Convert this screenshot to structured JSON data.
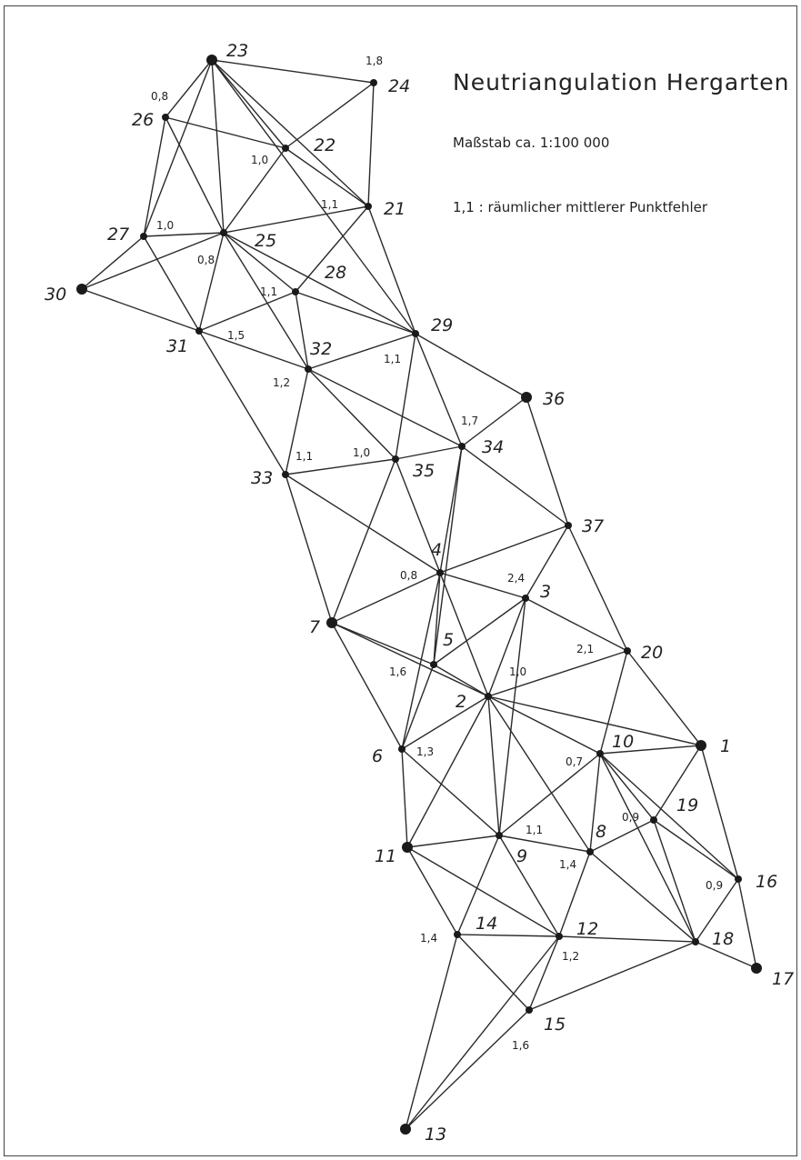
{
  "title": "Neutriangulation Hergarten",
  "scale": "Maßstab ca. 1:100 000",
  "legend": "1,1 : räumlicher mittlerer Punktfehler",
  "colors": {
    "ink": "#2a2a2a",
    "background": "#ffffff"
  },
  "points": [
    {
      "id": "1",
      "err": ""
    },
    {
      "id": "2",
      "err": "1,0"
    },
    {
      "id": "3",
      "err": "2,4"
    },
    {
      "id": "4",
      "err": "0,8"
    },
    {
      "id": "5",
      "err": "1,6"
    },
    {
      "id": "6",
      "err": "1,3"
    },
    {
      "id": "7",
      "err": ""
    },
    {
      "id": "8",
      "err": "1,4"
    },
    {
      "id": "9",
      "err": "1,1"
    },
    {
      "id": "10",
      "err": "0,7"
    },
    {
      "id": "11",
      "err": ""
    },
    {
      "id": "12",
      "err": "1,2"
    },
    {
      "id": "13",
      "err": ""
    },
    {
      "id": "14",
      "err": "1,4"
    },
    {
      "id": "15",
      "err": "1,6"
    },
    {
      "id": "16",
      "err": "0,9"
    },
    {
      "id": "17",
      "err": ""
    },
    {
      "id": "18",
      "err": ""
    },
    {
      "id": "19",
      "err": "0,9"
    },
    {
      "id": "20",
      "err": "2,1"
    },
    {
      "id": "21",
      "err": "1,1"
    },
    {
      "id": "22",
      "err": "1,0"
    },
    {
      "id": "23",
      "err": ""
    },
    {
      "id": "24",
      "err": "1,8"
    },
    {
      "id": "25",
      "err": "0,8"
    },
    {
      "id": "26",
      "err": "0,8"
    },
    {
      "id": "27",
      "err": "1,0"
    },
    {
      "id": "28",
      "err": "1,1"
    },
    {
      "id": "29",
      "err": "1,1"
    },
    {
      "id": "30",
      "err": ""
    },
    {
      "id": "31",
      "err": "1,5"
    },
    {
      "id": "32",
      "err": "1,2"
    },
    {
      "id": "33",
      "err": "1,1"
    },
    {
      "id": "34",
      "err": "1,7"
    },
    {
      "id": "35",
      "err": "1,0"
    },
    {
      "id": "36",
      "err": ""
    },
    {
      "id": "37",
      "err": ""
    }
  ],
  "edges": [
    [
      "23",
      "24"
    ],
    [
      "23",
      "26"
    ],
    [
      "23",
      "22"
    ],
    [
      "23",
      "21"
    ],
    [
      "23",
      "25"
    ],
    [
      "23",
      "27"
    ],
    [
      "23",
      "29"
    ],
    [
      "24",
      "22"
    ],
    [
      "24",
      "21"
    ],
    [
      "26",
      "22"
    ],
    [
      "26",
      "25"
    ],
    [
      "26",
      "27"
    ],
    [
      "22",
      "21"
    ],
    [
      "22",
      "25"
    ],
    [
      "21",
      "25"
    ],
    [
      "21",
      "28"
    ],
    [
      "21",
      "29"
    ],
    [
      "27",
      "25"
    ],
    [
      "27",
      "30"
    ],
    [
      "27",
      "31"
    ],
    [
      "30",
      "25"
    ],
    [
      "30",
      "31"
    ],
    [
      "25",
      "31"
    ],
    [
      "25",
      "28"
    ],
    [
      "25",
      "29"
    ],
    [
      "25",
      "32"
    ],
    [
      "28",
      "31"
    ],
    [
      "28",
      "29"
    ],
    [
      "28",
      "32"
    ],
    [
      "31",
      "32"
    ],
    [
      "31",
      "33"
    ],
    [
      "32",
      "29"
    ],
    [
      "32",
      "33"
    ],
    [
      "32",
      "35"
    ],
    [
      "32",
      "34"
    ],
    [
      "29",
      "36"
    ],
    [
      "29",
      "35"
    ],
    [
      "29",
      "34"
    ],
    [
      "36",
      "34"
    ],
    [
      "36",
      "37"
    ],
    [
      "33",
      "35"
    ],
    [
      "33",
      "7"
    ],
    [
      "33",
      "4"
    ],
    [
      "35",
      "34"
    ],
    [
      "35",
      "4"
    ],
    [
      "35",
      "7"
    ],
    [
      "34",
      "4"
    ],
    [
      "34",
      "37"
    ],
    [
      "34",
      "5"
    ],
    [
      "37",
      "4"
    ],
    [
      "37",
      "3"
    ],
    [
      "37",
      "20"
    ],
    [
      "4",
      "7"
    ],
    [
      "4",
      "5"
    ],
    [
      "4",
      "6"
    ],
    [
      "4",
      "3"
    ],
    [
      "4",
      "2"
    ],
    [
      "7",
      "5"
    ],
    [
      "7",
      "6"
    ],
    [
      "7",
      "2"
    ],
    [
      "5",
      "3"
    ],
    [
      "5",
      "6"
    ],
    [
      "5",
      "2"
    ],
    [
      "3",
      "20"
    ],
    [
      "3",
      "2"
    ],
    [
      "3",
      "9"
    ],
    [
      "20",
      "2"
    ],
    [
      "20",
      "10"
    ],
    [
      "20",
      "1"
    ],
    [
      "2",
      "6"
    ],
    [
      "2",
      "11"
    ],
    [
      "2",
      "9"
    ],
    [
      "2",
      "8"
    ],
    [
      "2",
      "10"
    ],
    [
      "2",
      "1"
    ],
    [
      "6",
      "11"
    ],
    [
      "6",
      "9"
    ],
    [
      "10",
      "1"
    ],
    [
      "10",
      "9"
    ],
    [
      "10",
      "8"
    ],
    [
      "10",
      "19"
    ],
    [
      "10",
      "16"
    ],
    [
      "10",
      "18"
    ],
    [
      "1",
      "19"
    ],
    [
      "1",
      "16"
    ],
    [
      "19",
      "8"
    ],
    [
      "19",
      "18"
    ],
    [
      "19",
      "16"
    ],
    [
      "16",
      "17"
    ],
    [
      "16",
      "18"
    ],
    [
      "18",
      "17"
    ],
    [
      "18",
      "8"
    ],
    [
      "18",
      "12"
    ],
    [
      "18",
      "15"
    ],
    [
      "8",
      "9"
    ],
    [
      "8",
      "12"
    ],
    [
      "9",
      "11"
    ],
    [
      "9",
      "14"
    ],
    [
      "9",
      "12"
    ],
    [
      "11",
      "14"
    ],
    [
      "11",
      "12"
    ],
    [
      "14",
      "12"
    ],
    [
      "14",
      "15"
    ],
    [
      "14",
      "13"
    ],
    [
      "12",
      "15"
    ],
    [
      "12",
      "13"
    ],
    [
      "15",
      "13"
    ]
  ]
}
